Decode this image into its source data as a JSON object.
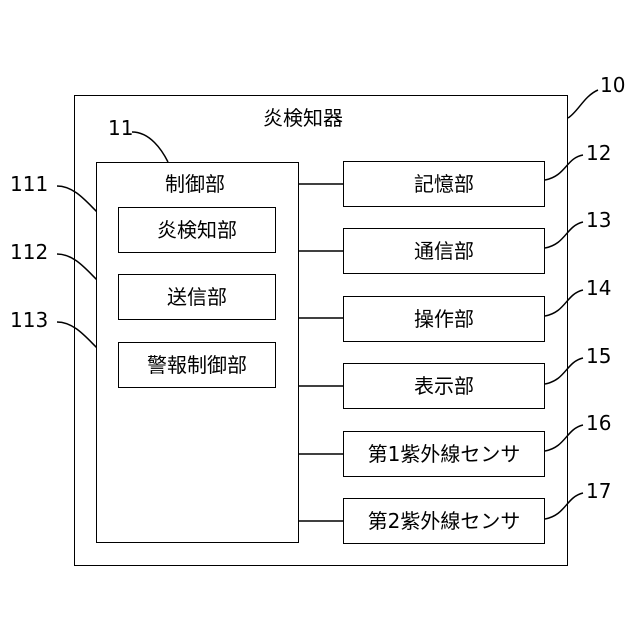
{
  "device": {
    "title": "炎検知器",
    "ref": "10"
  },
  "controller": {
    "title": "制御部",
    "ref": "11",
    "units": [
      {
        "label": "炎検知部",
        "ref": "111"
      },
      {
        "label": "送信部",
        "ref": "112"
      },
      {
        "label": "警報制御部",
        "ref": "113"
      }
    ]
  },
  "modules": [
    {
      "label": "記憶部",
      "ref": "12"
    },
    {
      "label": "通信部",
      "ref": "13"
    },
    {
      "label": "操作部",
      "ref": "14"
    },
    {
      "label": "表示部",
      "ref": "15"
    },
    {
      "label": "第1紫外線センサ",
      "ref": "16"
    },
    {
      "label": "第2紫外線センサ",
      "ref": "17"
    }
  ]
}
